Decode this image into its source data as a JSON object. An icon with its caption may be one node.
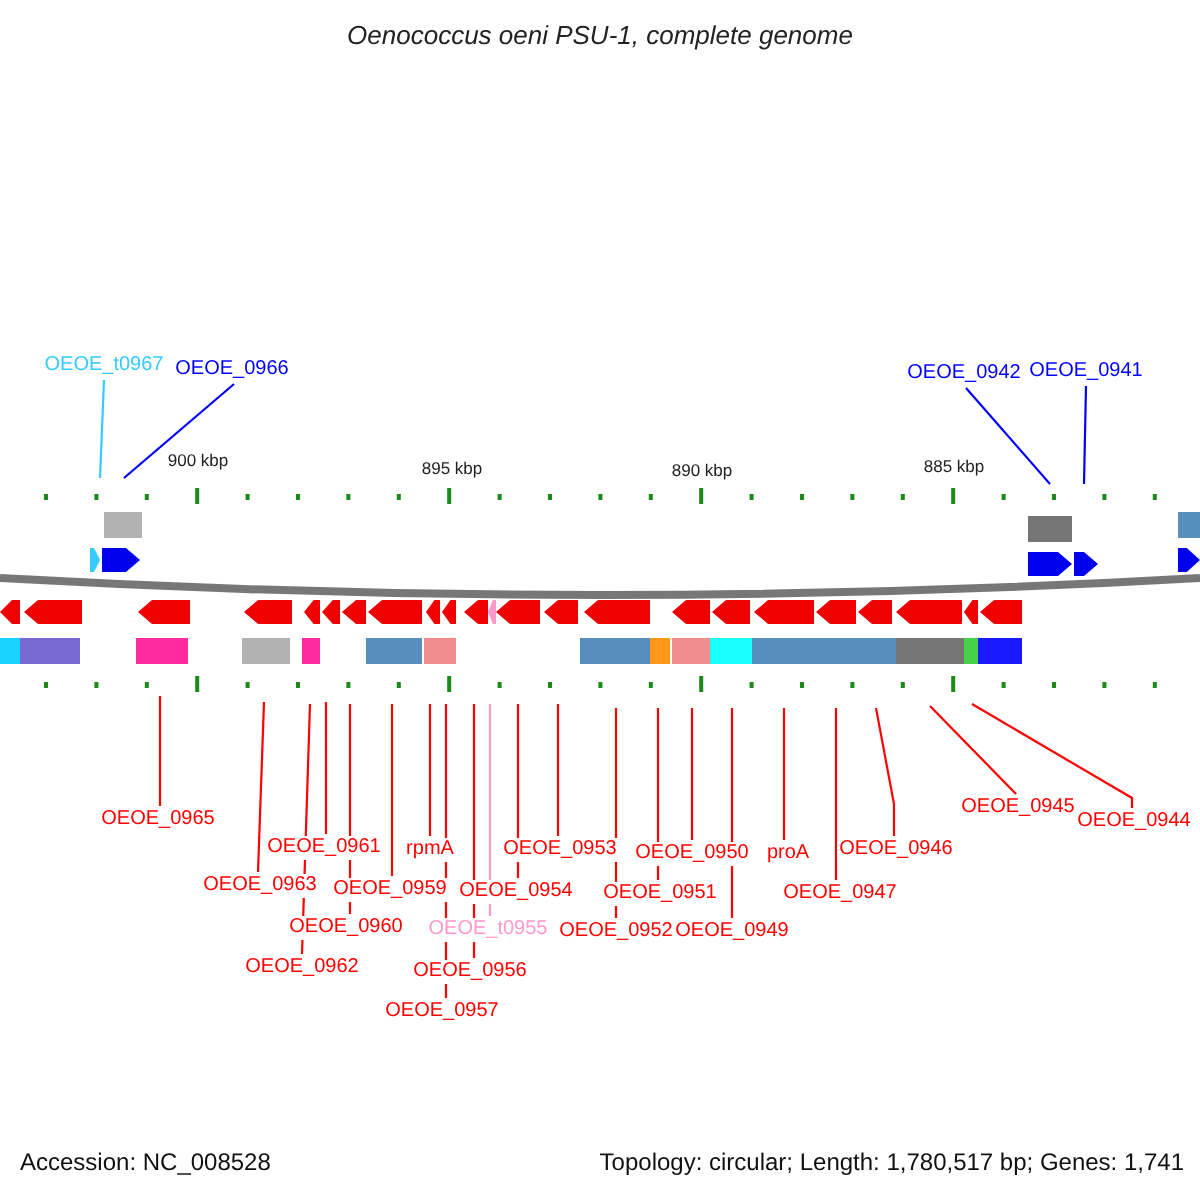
{
  "diagram": {
    "title": "Oenococcus oeni PSU-1, complete genome",
    "nodes": [
      {
        "text": [
          "OEOE_t0967"
        ]
      },
      {
        "text": [
          "OEOE_0966"
        ]
      },
      {
        "text": [
          "OEOE_0942"
        ]
      },
      {
        "text": [
          "OEOE_0941"
        ]
      },
      {
        "text": [
          "OEOE_0965"
        ]
      },
      {
        "text": [
          "OEOE_0945"
        ]
      },
      {
        "text": [
          "OEOE_0944"
        ]
      },
      {
        "text": [
          "OEOE_0961"
        ]
      },
      {
        "text": [
          "rpmA"
        ]
      },
      {
        "text": [
          "OEOE_0953"
        ]
      },
      {
        "text": [
          "OEOE_0950"
        ]
      },
      {
        "text": [
          "proA"
        ]
      },
      {
        "text": [
          "OEOE_0946"
        ]
      },
      {
        "text": [
          "OEOE_0963"
        ]
      },
      {
        "text": [
          "OEOE_0959"
        ]
      },
      {
        "text": [
          "OEOE_0954"
        ]
      },
      {
        "text": [
          "OEOE_0951"
        ]
      },
      {
        "text": [
          "OEOE_0947"
        ]
      },
      {
        "text": [
          "OEOE_0960"
        ]
      },
      {
        "text": [
          "OEOE_t0955"
        ]
      },
      {
        "text": [
          "OEOE_0952"
        ]
      },
      {
        "text": [
          "OEOE_0949"
        ]
      },
      {
        "text": [
          "OEOE_0962"
        ]
      },
      {
        "text": [
          "OEOE_0956"
        ]
      },
      {
        "text": [
          "OEOE_0957"
        ]
      }
    ],
    "edges": [
      {
        "from": 0,
        "to": null,
        "arrow": "none",
        "color": "#33ccff"
      },
      {
        "from": 1,
        "to": null,
        "arrow": "none",
        "color": "#0000ff"
      },
      {
        "from": 2,
        "to": null,
        "arrow": "none",
        "color": "#0000ff"
      },
      {
        "from": 3,
        "to": null,
        "arrow": "none",
        "color": "#0000ff"
      },
      {
        "from": 4,
        "to": null,
        "arrow": "none"
      },
      {
        "from": 5,
        "to": null,
        "arrow": "none"
      },
      {
        "from": 6,
        "to": null,
        "arrow": "none"
      },
      {
        "from": 7,
        "to": null,
        "arrow": "none"
      },
      {
        "from": 8,
        "to": null,
        "arrow": "none"
      },
      {
        "from": 9,
        "to": null,
        "arrow": "none"
      },
      {
        "from": 10,
        "to": null,
        "arrow": "none"
      },
      {
        "from": 11,
        "to": null,
        "arrow": "none"
      },
      {
        "from": 12,
        "to": null,
        "arrow": "none"
      },
      {
        "from": 13,
        "to": null,
        "arrow": "none"
      },
      {
        "from": 14,
        "to": null,
        "arrow": "none"
      },
      {
        "from": 15,
        "to": null,
        "arrow": "none"
      },
      {
        "from": 16,
        "to": null,
        "arrow": "none"
      },
      {
        "from": 17,
        "to": null,
        "arrow": "none"
      },
      {
        "from": 18,
        "to": null,
        "arrow": "none"
      },
      {
        "from": 19,
        "to": null,
        "arrow": "none",
        "color": "#ff99cc"
      },
      {
        "from": 20,
        "to": null,
        "arrow": "none"
      },
      {
        "from": 21,
        "to": null,
        "arrow": "none"
      },
      {
        "from": 22,
        "to": null,
        "arrow": "none"
      },
      {
        "from": 23,
        "to": null,
        "arrow": "none"
      },
      {
        "from": 24,
        "to": null,
        "arrow": "none"
      }
    ],
    "labels": [
      "900 kbp",
      "895 kbp",
      "890 kbp",
      "885 kbp",
      "Accession: NC_008528",
      "Topology: circular; Length: 1,780,517 bp; Genes: 1,741"
    ]
  }
}
